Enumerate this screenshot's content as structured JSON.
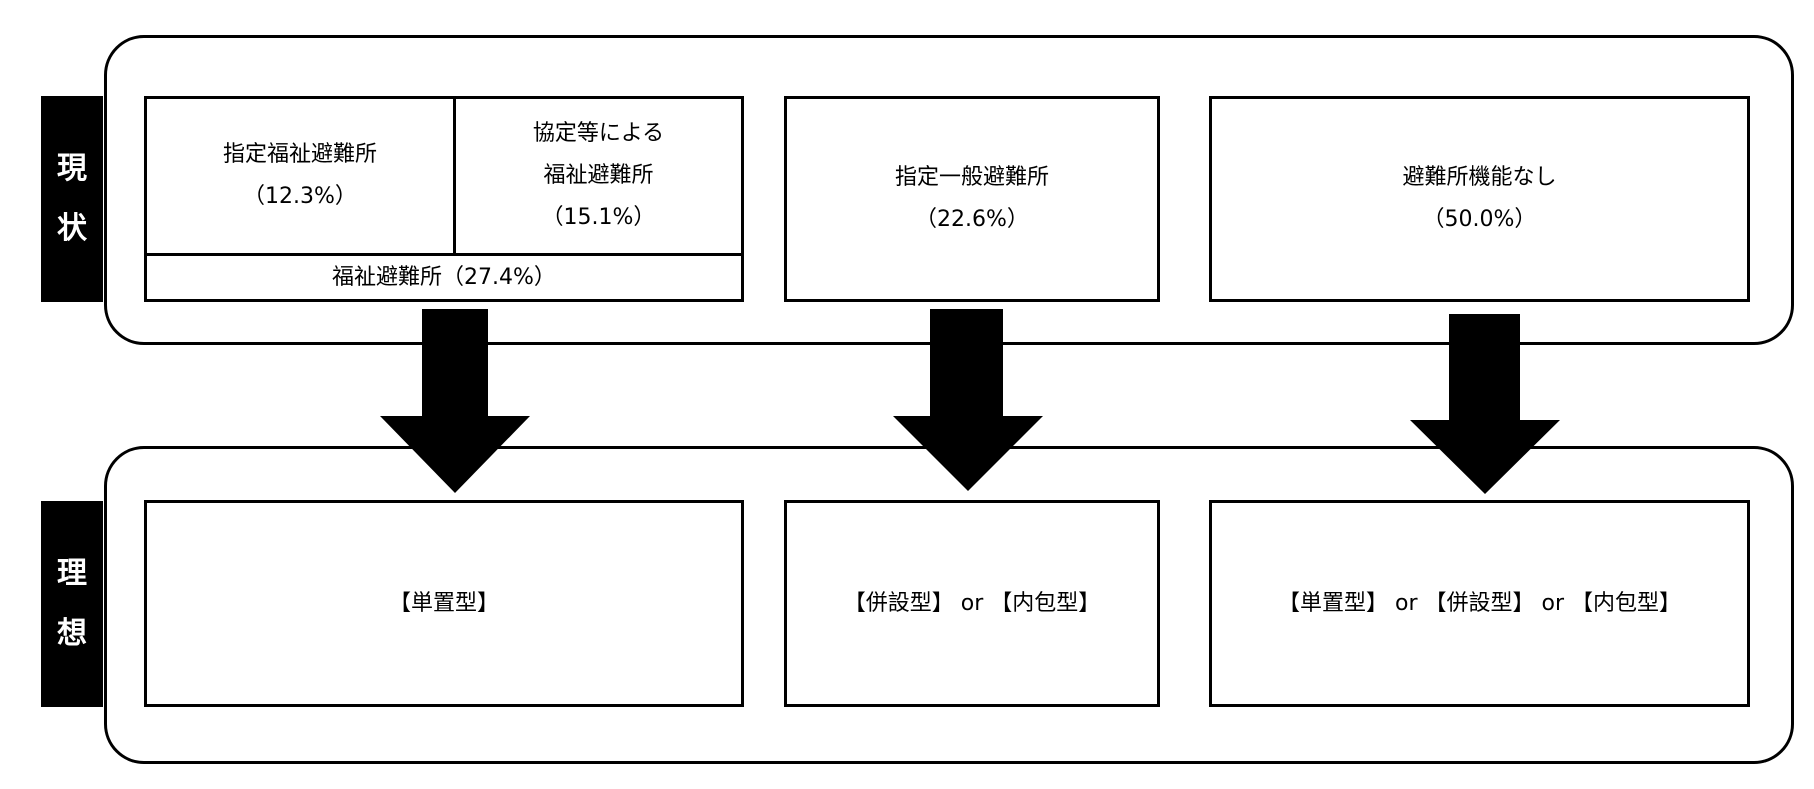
{
  "current": {
    "tag": [
      "現",
      "状"
    ],
    "designated_welfare": {
      "name": "指定福祉避難所",
      "pct": "（12.3%）"
    },
    "agreement_welfare": {
      "line1": "協定等による",
      "line2": "福祉避難所",
      "pct": "（15.1%）"
    },
    "welfare_total": "福祉避難所（27.4%）",
    "designated_general": {
      "name": "指定一般避難所",
      "pct": "（22.6%）"
    },
    "no_function": {
      "name": "避難所機能なし",
      "pct": "（50.0%）"
    }
  },
  "ideal": {
    "tag": [
      "理",
      "想"
    ],
    "left": "【単置型】",
    "middle": "【併設型】 or 【内包型】",
    "right": "【単置型】 or 【併設型】 or 【内包型】"
  }
}
